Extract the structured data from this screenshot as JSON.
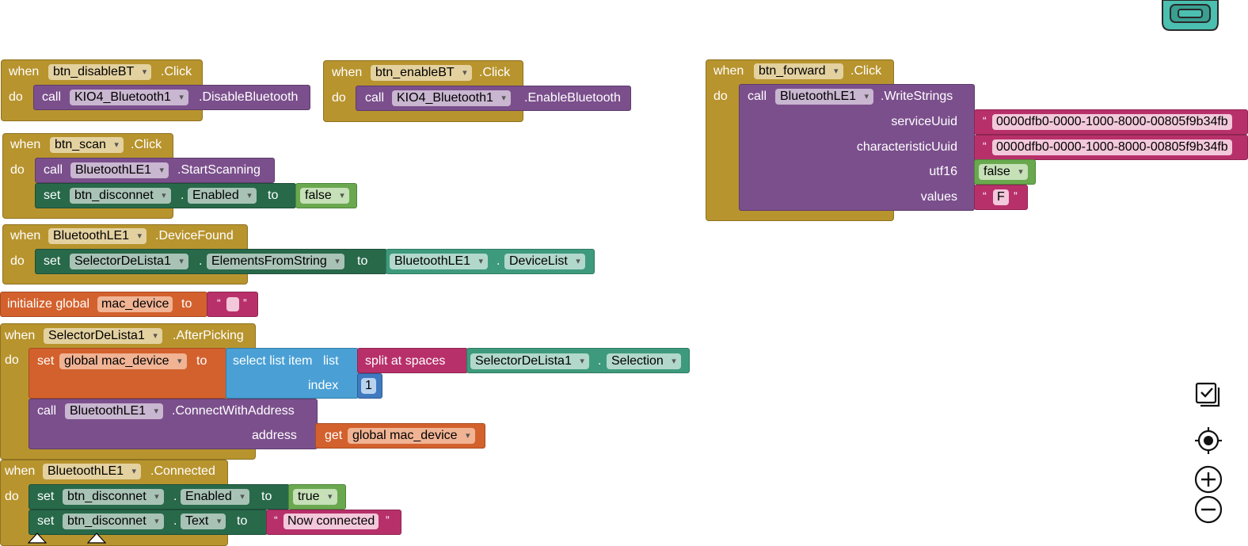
{
  "kw": {
    "when": "when",
    "do": "do",
    "call": "call",
    "set": "set",
    "to": "to",
    "dot": ".",
    "initialize_global": "initialize global",
    "get": "get",
    "quote_open": "“",
    "quote_close": "”"
  },
  "b1": {
    "component": "btn_disableBT",
    "event": ".Click",
    "target": "KIO4_Bluetooth1",
    "method": ".DisableBluetooth"
  },
  "b2": {
    "component": "btn_enableBT",
    "event": ".Click",
    "target": "KIO4_Bluetooth1",
    "method": ".EnableBluetooth"
  },
  "b3": {
    "component": "btn_forward",
    "event": ".Click",
    "target": "BluetoothLE1",
    "method": ".WriteStrings",
    "arg1_label": "serviceUuid",
    "arg1_value": "0000dfb0-0000-1000-8000-00805f9b34fb",
    "arg2_label": "characteristicUuid",
    "arg2_value": "0000dfb0-0000-1000-8000-00805f9b34fb",
    "arg3_label": "utf16",
    "arg3_value": "false",
    "arg4_label": "values",
    "arg4_value": "F"
  },
  "b4": {
    "component": "btn_scan",
    "event": ".Click",
    "target": "BluetoothLE1",
    "method": ".StartScanning",
    "set_component": "btn_disconnet",
    "set_prop": "Enabled",
    "set_value": "false"
  },
  "b5": {
    "component": "BluetoothLE1",
    "event": ".DeviceFound",
    "set_component": "SelectorDeLista1",
    "set_prop": "ElementsFromString",
    "value_component": "BluetoothLE1",
    "value_prop": "DeviceList"
  },
  "b6": {
    "var_name": "mac_device",
    "value": ""
  },
  "b7": {
    "component": "SelectorDeLista1",
    "event": ".AfterPicking",
    "set_var": "global mac_device",
    "select_label": "select list item",
    "list_label": "list",
    "index_label": "index",
    "index_value": "1",
    "split_label": "split at spaces",
    "split_component": "SelectorDeLista1",
    "split_prop": "Selection",
    "target": "BluetoothLE1",
    "method": ".ConnectWithAddress",
    "address_label": "address",
    "get_var": "global mac_device"
  },
  "b8": {
    "component": "BluetoothLE1",
    "event": ".Connected",
    "set1_component": "btn_disconnet",
    "set1_prop": "Enabled",
    "set1_value": "true",
    "set2_component": "btn_disconnet",
    "set2_prop": "Text",
    "set2_value": "Now connected"
  },
  "icons": [
    "backpack-icon",
    "checklist-icon",
    "target-center-icon",
    "zoom-in-icon",
    "zoom-out-icon"
  ]
}
